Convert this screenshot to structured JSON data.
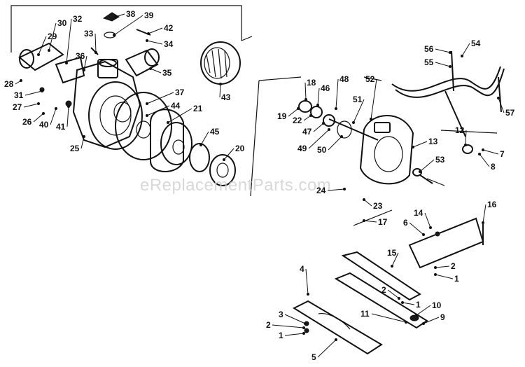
{
  "watermark": "eReplacementParts.com",
  "callouts": [
    {
      "id": "38",
      "label": "38"
    },
    {
      "id": "39",
      "label": "39"
    },
    {
      "id": "42",
      "label": "42"
    },
    {
      "id": "34",
      "label": "34"
    },
    {
      "id": "30",
      "label": "30"
    },
    {
      "id": "32",
      "label": "32"
    },
    {
      "id": "29",
      "label": "29"
    },
    {
      "id": "33",
      "label": "33"
    },
    {
      "id": "36",
      "label": "36"
    },
    {
      "id": "35",
      "label": "35"
    },
    {
      "id": "28",
      "label": "28"
    },
    {
      "id": "31",
      "label": "31"
    },
    {
      "id": "27",
      "label": "27"
    },
    {
      "id": "26",
      "label": "26"
    },
    {
      "id": "40",
      "label": "40"
    },
    {
      "id": "41",
      "label": "41"
    },
    {
      "id": "37",
      "label": "37"
    },
    {
      "id": "44",
      "label": "44"
    },
    {
      "id": "21",
      "label": "21"
    },
    {
      "id": "25",
      "label": "25"
    },
    {
      "id": "45",
      "label": "45"
    },
    {
      "id": "20",
      "label": "20"
    },
    {
      "id": "43",
      "label": "43"
    },
    {
      "id": "54",
      "label": "54"
    },
    {
      "id": "56",
      "label": "56"
    },
    {
      "id": "55",
      "label": "55"
    },
    {
      "id": "57",
      "label": "57"
    },
    {
      "id": "18",
      "label": "18"
    },
    {
      "id": "46",
      "label": "46"
    },
    {
      "id": "48",
      "label": "48"
    },
    {
      "id": "52",
      "label": "52"
    },
    {
      "id": "19",
      "label": "19"
    },
    {
      "id": "22",
      "label": "22"
    },
    {
      "id": "51",
      "label": "51"
    },
    {
      "id": "47",
      "label": "47"
    },
    {
      "id": "12",
      "label": "12"
    },
    {
      "id": "7",
      "label": "7"
    },
    {
      "id": "8",
      "label": "8"
    },
    {
      "id": "49",
      "label": "49"
    },
    {
      "id": "50",
      "label": "50"
    },
    {
      "id": "13",
      "label": "13"
    },
    {
      "id": "53",
      "label": "53"
    },
    {
      "id": "24",
      "label": "24"
    },
    {
      "id": "23",
      "label": "23"
    },
    {
      "id": "17",
      "label": "17"
    },
    {
      "id": "16",
      "label": "16"
    },
    {
      "id": "14",
      "label": "14"
    },
    {
      "id": "6",
      "label": "6"
    },
    {
      "id": "15",
      "label": "15"
    },
    {
      "id": "4",
      "label": "4"
    },
    {
      "id": "2a",
      "label": "2"
    },
    {
      "id": "1a",
      "label": "1"
    },
    {
      "id": "2b",
      "label": "2"
    },
    {
      "id": "1b",
      "label": "1"
    },
    {
      "id": "10",
      "label": "10"
    },
    {
      "id": "11",
      "label": "11"
    },
    {
      "id": "9",
      "label": "9"
    },
    {
      "id": "3",
      "label": "3"
    },
    {
      "id": "2c",
      "label": "2"
    },
    {
      "id": "1c",
      "label": "1"
    },
    {
      "id": "5",
      "label": "5"
    }
  ]
}
